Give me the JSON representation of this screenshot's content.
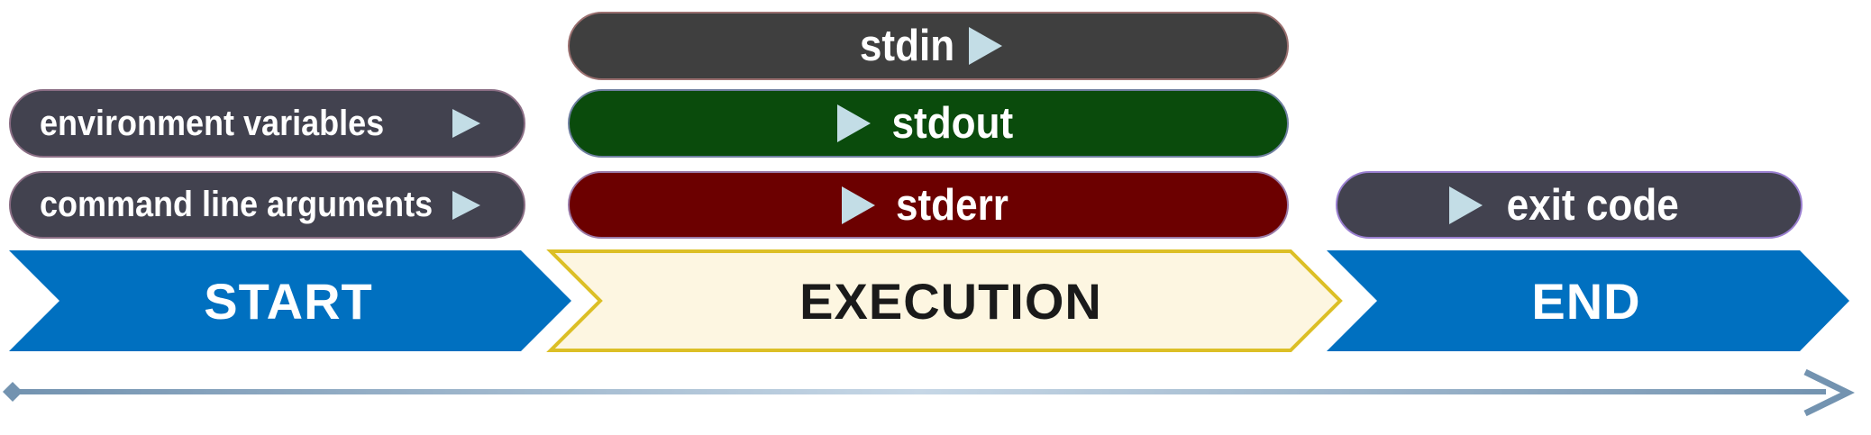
{
  "inputs": {
    "environment_variables": "environment variables",
    "command_line_arguments": "command line arguments"
  },
  "streams": {
    "stdin": "stdin",
    "stdout": "stdout",
    "stderr": "stderr"
  },
  "outputs": {
    "exit_code": "exit code"
  },
  "stages": {
    "start": "START",
    "execution": "EXECUTION",
    "end": "END"
  },
  "colors": {
    "stage_blue": "#0070c0",
    "execution_fill": "#fdf6e1",
    "execution_border": "#dcbf26",
    "pill_gray": "#42424f",
    "stdin_fill": "#3f3f3f",
    "stdout_fill": "#0a4b0c",
    "stderr_fill": "#6c0000",
    "arrow_icon": "#c3dde6",
    "timeline": "#7b9bb5"
  }
}
